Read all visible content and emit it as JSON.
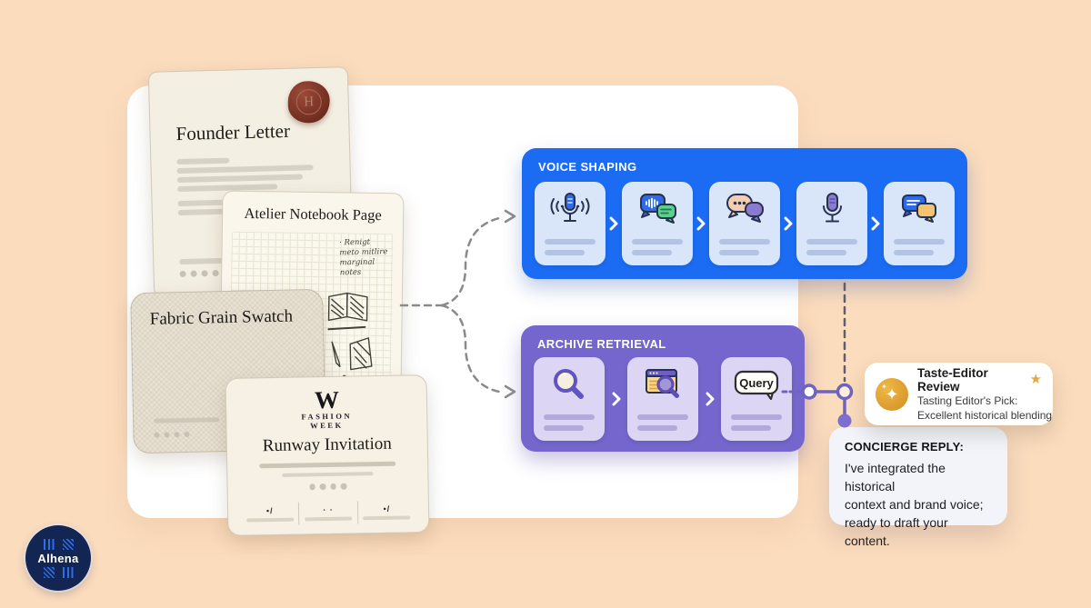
{
  "colors": {
    "background": "#fbdcbd",
    "canvas": "#ffffff",
    "voice_panel_blue": "#1b6cf3",
    "archive_panel_purple": "#7466cc",
    "connector_purple": "#6f63c0",
    "gold_badge": "#dfa32f",
    "logo_navy": "#132552"
  },
  "documents": {
    "founder_letter": {
      "title": "Founder Letter",
      "seal_letter": "H"
    },
    "notebook": {
      "title": "Atelier Notebook Page",
      "note_lines": [
        "· Renigt",
        "meto mitlire",
        "marginal",
        "notes"
      ]
    },
    "fabric_swatch": {
      "title": "Fabric Grain Swatch"
    },
    "invitation": {
      "brand_initial": "W",
      "brand_lines": [
        "FASHION",
        "WEEK"
      ],
      "title": "Runway Invitation",
      "footer_marks": [
        "•/",
        "· ·",
        "•/"
      ]
    }
  },
  "pipelines": {
    "voice": {
      "title": "VOICE SHAPING",
      "steps": [
        {
          "icon": "microphone-sound-waves"
        },
        {
          "icon": "chat-bubble-waveform"
        },
        {
          "icon": "chat-bubbles-typing-dots"
        },
        {
          "icon": "microphone"
        },
        {
          "icon": "chat-bubbles-duo"
        }
      ]
    },
    "archive": {
      "title": "ARCHIVE RETRIEVAL",
      "steps": [
        {
          "icon": "magnifier"
        },
        {
          "icon": "browser-search"
        },
        {
          "icon": "query-speech-bubble",
          "label": "Query"
        }
      ]
    }
  },
  "review_card": {
    "title": "Taste-Editor Review",
    "subtitle_line1": "Tasting Editor's Pick:",
    "subtitle_line2": "Excellent historical blending",
    "icon": "sparkle-badge",
    "sparkle_glyph": "✦",
    "star_glyph": "★"
  },
  "reply_card": {
    "title": "CONCIERGE REPLY:",
    "body_lines": [
      "I've integrated the historical",
      "context and brand voice;",
      "ready to draft your content."
    ]
  },
  "logo": {
    "label": "Alhena"
  }
}
